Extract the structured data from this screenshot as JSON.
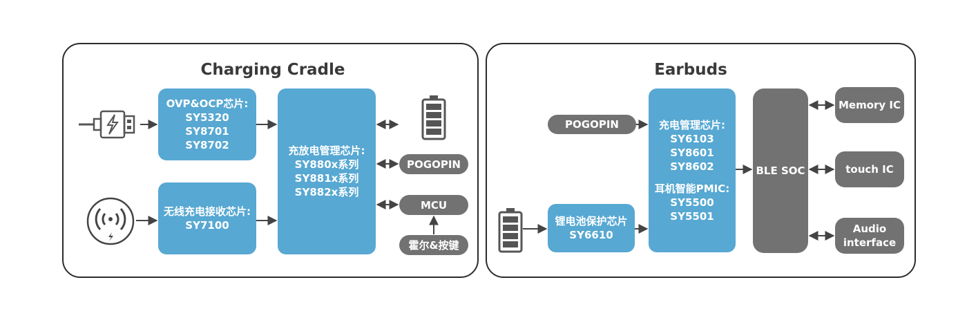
{
  "left_panel": {
    "title": "Charging Cradle",
    "ovp_box": [
      "OVP&OCP芯片:",
      "SY5320",
      "SY8701",
      "SY8702"
    ],
    "wireless_box": [
      "无线充电接收芯片:",
      "SY7100"
    ],
    "charge_box": [
      "充放电管理芯片:",
      "SY880x系列",
      "SY881x系列",
      "SY882x系列"
    ],
    "pogopin_label": "POGOPIN",
    "mcu_label": "MCU",
    "hall_label": "霍尔&按键"
  },
  "right_panel": {
    "title": "Earbuds",
    "pogopin_label": "POGOPIN",
    "protect_box": [
      "锂电池保护芯片",
      "SY6610"
    ],
    "pmic_box": {
      "charge": [
        "充电管理芯片:",
        "SY6103",
        "SY8601",
        "SY8602"
      ],
      "pmic": [
        "耳机智能PMIC:",
        "SY5500",
        "SY5501"
      ]
    },
    "ble_label": "BLE SOC",
    "memory_label": "Memory IC",
    "touch_label": "touch IC",
    "audio_label": [
      "Audio",
      "interface"
    ]
  },
  "colors": {
    "blue_box": "#57a8d2",
    "grey_box": "#727272",
    "border": "#2b2b2b",
    "arrow": "#444444"
  },
  "icons": [
    "usb-plug-icon",
    "wireless-charger-icon",
    "battery-icon",
    "battery-icon"
  ]
}
